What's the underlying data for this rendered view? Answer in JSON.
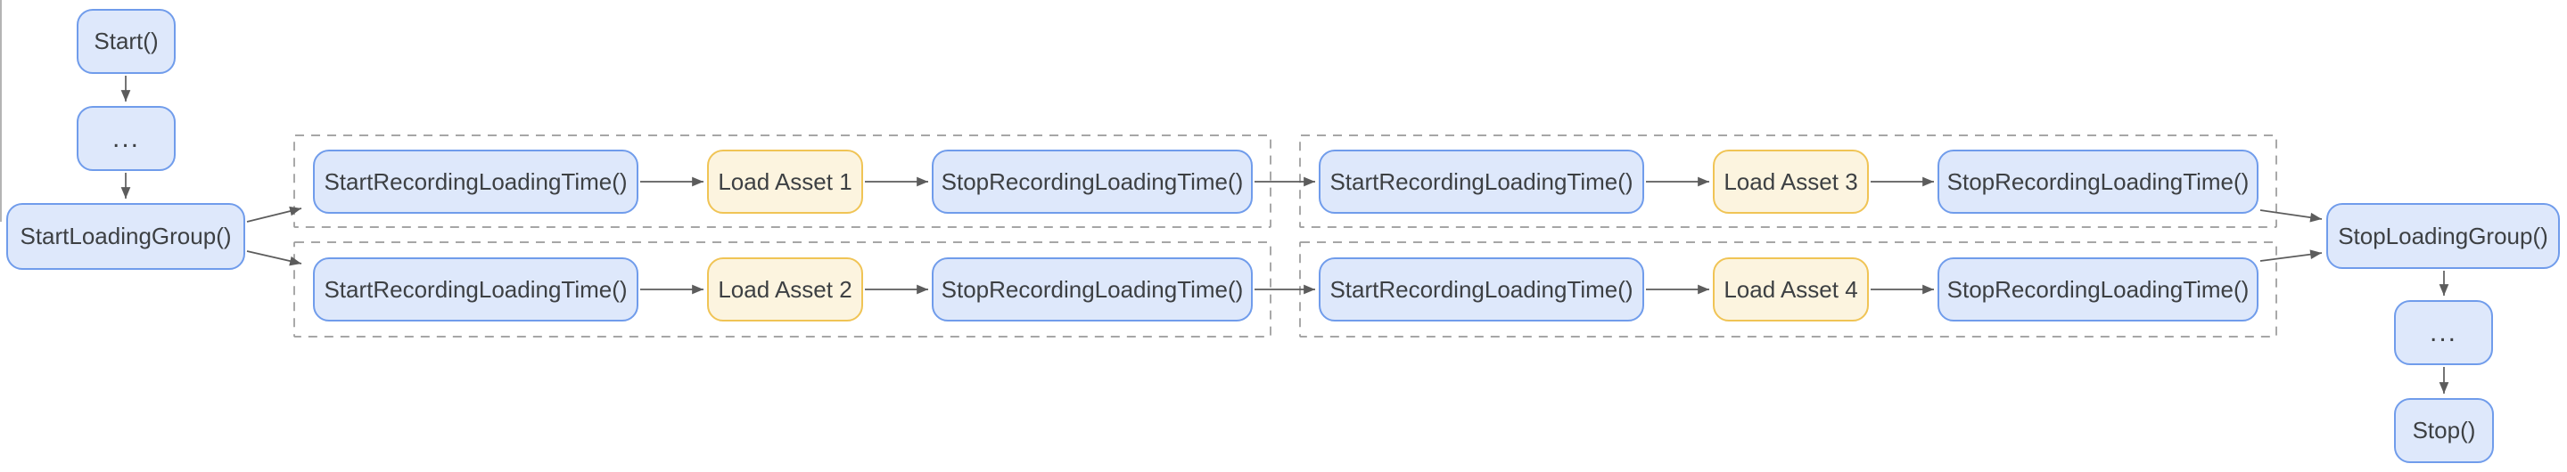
{
  "diagram": {
    "title": "asset loading instrumentation flowchart",
    "left_flow": {
      "start": "Start()",
      "ellipsis": "...",
      "start_loading_group": "StartLoadingGroup()"
    },
    "groups": [
      {
        "rows": [
          {
            "start_recording": "StartRecordingLoadingTime()",
            "load_asset": "Load Asset 1",
            "stop_recording": "StopRecordingLoadingTime()"
          },
          {
            "start_recording": "StartRecordingLoadingTime()",
            "load_asset": "Load Asset 2",
            "stop_recording": "StopRecordingLoadingTime()"
          }
        ]
      },
      {
        "rows": [
          {
            "start_recording": "StartRecordingLoadingTime()",
            "load_asset": "Load Asset 3",
            "stop_recording": "StopRecordingLoadingTime()"
          },
          {
            "start_recording": "StartRecordingLoadingTime()",
            "load_asset": "Load Asset 4",
            "stop_recording": "StopRecordingLoadingTime()"
          }
        ]
      }
    ],
    "right_flow": {
      "stop_loading_group": "StopLoadingGroup()",
      "ellipsis": "...",
      "stop": "Stop()"
    },
    "colors": {
      "node_blue_fill": "#dee8fb",
      "node_blue_border": "#709ceb",
      "node_yellow_fill": "#fcf4df",
      "node_yellow_border": "#f0c455",
      "arrow_color": "#5c5c5c",
      "group_border": "#9a9a9a",
      "text_color": "#3d4043",
      "background": "#ffffff"
    }
  }
}
